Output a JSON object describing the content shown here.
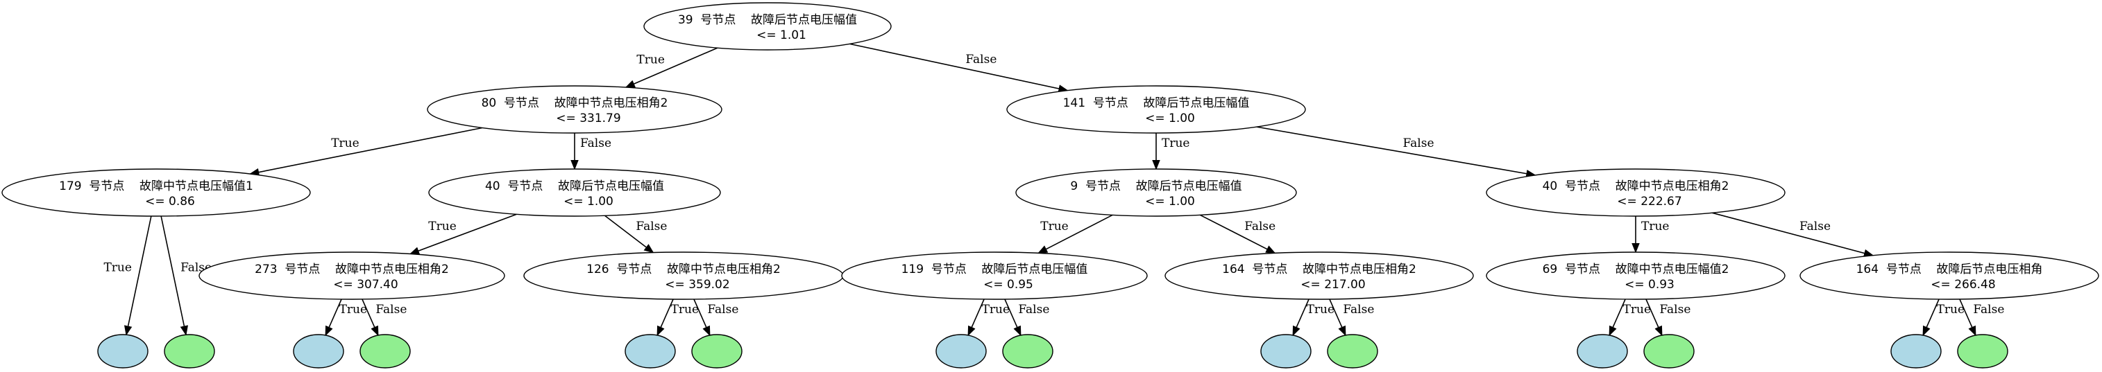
{
  "colors": {
    "leaf_true": "#add8e6",
    "leaf_false": "#90ee90",
    "stroke": "#000000"
  },
  "edge_labels": {
    "true": "True",
    "false": "False"
  },
  "nodes": [
    {
      "id": "n0",
      "line1": "39  号节点    故障后节点电压幅值",
      "line2": "<= 1.01"
    },
    {
      "id": "n1",
      "line1": "80  号节点    故障中节点电压相角2",
      "line2": "<= 331.79"
    },
    {
      "id": "n2",
      "line1": "141  号节点    故障后节点电压幅值",
      "line2": "<= 1.00"
    },
    {
      "id": "n3",
      "line1": "179  号节点    故障中节点电压幅值1",
      "line2": "<= 0.86"
    },
    {
      "id": "n4",
      "line1": "40  号节点    故障后节点电压幅值",
      "line2": "<= 1.00"
    },
    {
      "id": "n5",
      "line1": "9  号节点    故障后节点电压幅值",
      "line2": "<= 1.00"
    },
    {
      "id": "n6",
      "line1": "40  号节点    故障中节点电压相角2",
      "line2": "<= 222.67"
    },
    {
      "id": "n7",
      "line1": "273  号节点    故障中节点电压相角2",
      "line2": "<= 307.40"
    },
    {
      "id": "n8",
      "line1": "126  号节点    故障中节点电压相角2",
      "line2": "<= 359.02"
    },
    {
      "id": "n9",
      "line1": "119  号节点    故障后节点电压幅值",
      "line2": "<= 0.95"
    },
    {
      "id": "n10",
      "line1": "164  号节点    故障中节点电压相角2",
      "line2": "<= 217.00"
    },
    {
      "id": "n11",
      "line1": "69  号节点    故障中节点电压幅值2",
      "line2": "<= 0.93"
    },
    {
      "id": "n12",
      "line1": "164  号节点    故障后节点电压相角",
      "line2": "<= 266.48"
    }
  ],
  "edges": [
    {
      "from": "n0",
      "to": "n1",
      "label": "True"
    },
    {
      "from": "n0",
      "to": "n2",
      "label": "False"
    },
    {
      "from": "n1",
      "to": "n3",
      "label": "True"
    },
    {
      "from": "n1",
      "to": "n4",
      "label": "False"
    },
    {
      "from": "n2",
      "to": "n5",
      "label": "True"
    },
    {
      "from": "n2",
      "to": "n6",
      "label": "False"
    },
    {
      "from": "n4",
      "to": "n7",
      "label": "True"
    },
    {
      "from": "n4",
      "to": "n8",
      "label": "False"
    },
    {
      "from": "n5",
      "to": "n9",
      "label": "True"
    },
    {
      "from": "n5",
      "to": "n10",
      "label": "False"
    },
    {
      "from": "n6",
      "to": "n11",
      "label": "True"
    },
    {
      "from": "n6",
      "to": "n12",
      "label": "False"
    }
  ],
  "leaves": [
    {
      "parent": "n3",
      "label": "True",
      "class": "true"
    },
    {
      "parent": "n3",
      "label": "False",
      "class": "false"
    },
    {
      "parent": "n7",
      "label": "True",
      "class": "true"
    },
    {
      "parent": "n7",
      "label": "False",
      "class": "false"
    },
    {
      "parent": "n8",
      "label": "True",
      "class": "true"
    },
    {
      "parent": "n8",
      "label": "False",
      "class": "false"
    },
    {
      "parent": "n9",
      "label": "True",
      "class": "true"
    },
    {
      "parent": "n9",
      "label": "False",
      "class": "false"
    },
    {
      "parent": "n10",
      "label": "True",
      "class": "true"
    },
    {
      "parent": "n10",
      "label": "False",
      "class": "false"
    },
    {
      "parent": "n11",
      "label": "True",
      "class": "true"
    },
    {
      "parent": "n11",
      "label": "False",
      "class": "false"
    },
    {
      "parent": "n12",
      "label": "True",
      "class": "true"
    },
    {
      "parent": "n12",
      "label": "False",
      "class": "false"
    }
  ]
}
